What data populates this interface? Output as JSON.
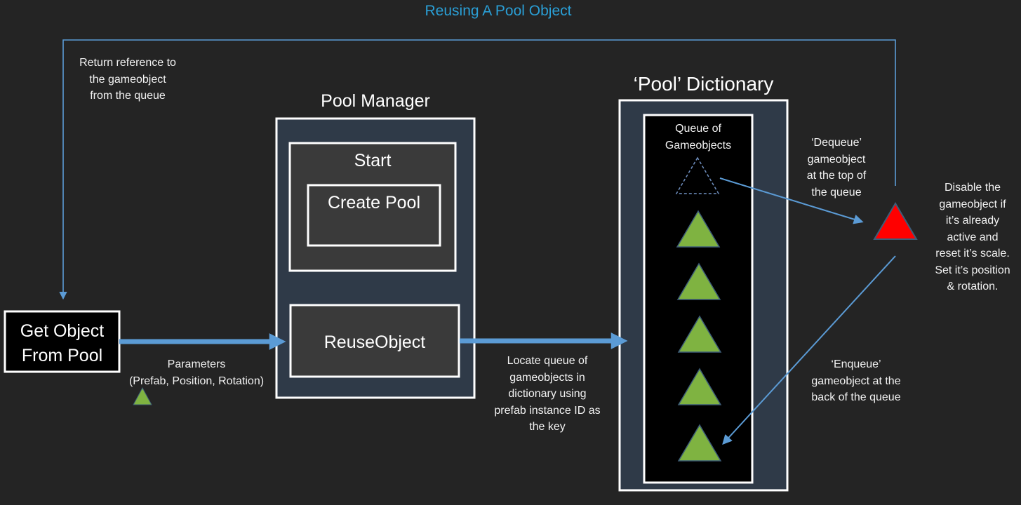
{
  "title": "Reusing A Pool Object",
  "return_note": "Return reference to\nthe gameobject\nfrom the queue",
  "get_object_box": "Get Object\nFrom Pool",
  "parameters_label": "Parameters\n(Prefab, Position, Rotation)",
  "pool_manager": {
    "heading": "Pool Manager",
    "start_label": "Start",
    "create_pool_label": "Create Pool",
    "reuse_object_label": "ReuseObject"
  },
  "locate_note": "Locate queue of\ngameobjects in\ndictionary using\nprefab instance ID as\nthe key",
  "pool_dictionary": {
    "heading": "‘Pool’ Dictionary",
    "queue_label": "Queue of\nGameobjects"
  },
  "dequeue_note": "‘Dequeue’\ngameobject\nat the top of\nthe queue",
  "enqueue_note": "‘Enqueue’\ngameobject at the\nback of the queue",
  "disable_note": "Disable the\ngameobject if\nit’s already\nactive and\nreset it’s scale.\nSet it’s position\n& rotation.",
  "colors": {
    "background": "#242424",
    "title": "#2a9fd6",
    "arrow": "#5b9bd5",
    "panel": "#2f3a48",
    "inner_box": "#3a3a3a",
    "queue_bg": "#000000",
    "green_triangle": "#7fb341",
    "red_triangle": "#ff0000"
  }
}
